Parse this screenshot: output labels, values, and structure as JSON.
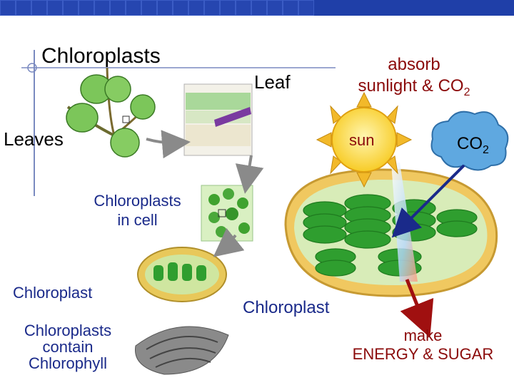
{
  "slide": {
    "title": "Chloroplasts",
    "labels": {
      "leaf": "Leaf",
      "leaves": "Leaves",
      "absorb_line1": "absorb",
      "absorb_line2_prefix": "sunlight & CO",
      "absorb_line2_sub": "2",
      "sun": "sun",
      "co2_prefix": "CO",
      "co2_sub": "2",
      "chloroplasts_in_cell_line1": "Chloroplasts",
      "chloroplasts_in_cell_line2": "in cell",
      "chloroplast_left": "Chloroplast",
      "chloroplast_center": "Chloroplast",
      "contain_line1": "Chloroplasts",
      "contain_line2": "contain",
      "contain_line3": "Chlorophyll",
      "make_line1": "make",
      "make_line2": "ENERGY & SUGAR"
    },
    "colors": {
      "header": "#1f3fa8",
      "sun": "#f7d21a",
      "sun_rays": "#f2b92a",
      "cloud": "#5fa8e0",
      "chloroplast_green": "#2f9e2f",
      "stroma": "#f0c860",
      "arrow_red": "#a01010",
      "arrow_blue": "#1a2a8a",
      "arrow_gray": "#8a8a8a"
    }
  }
}
